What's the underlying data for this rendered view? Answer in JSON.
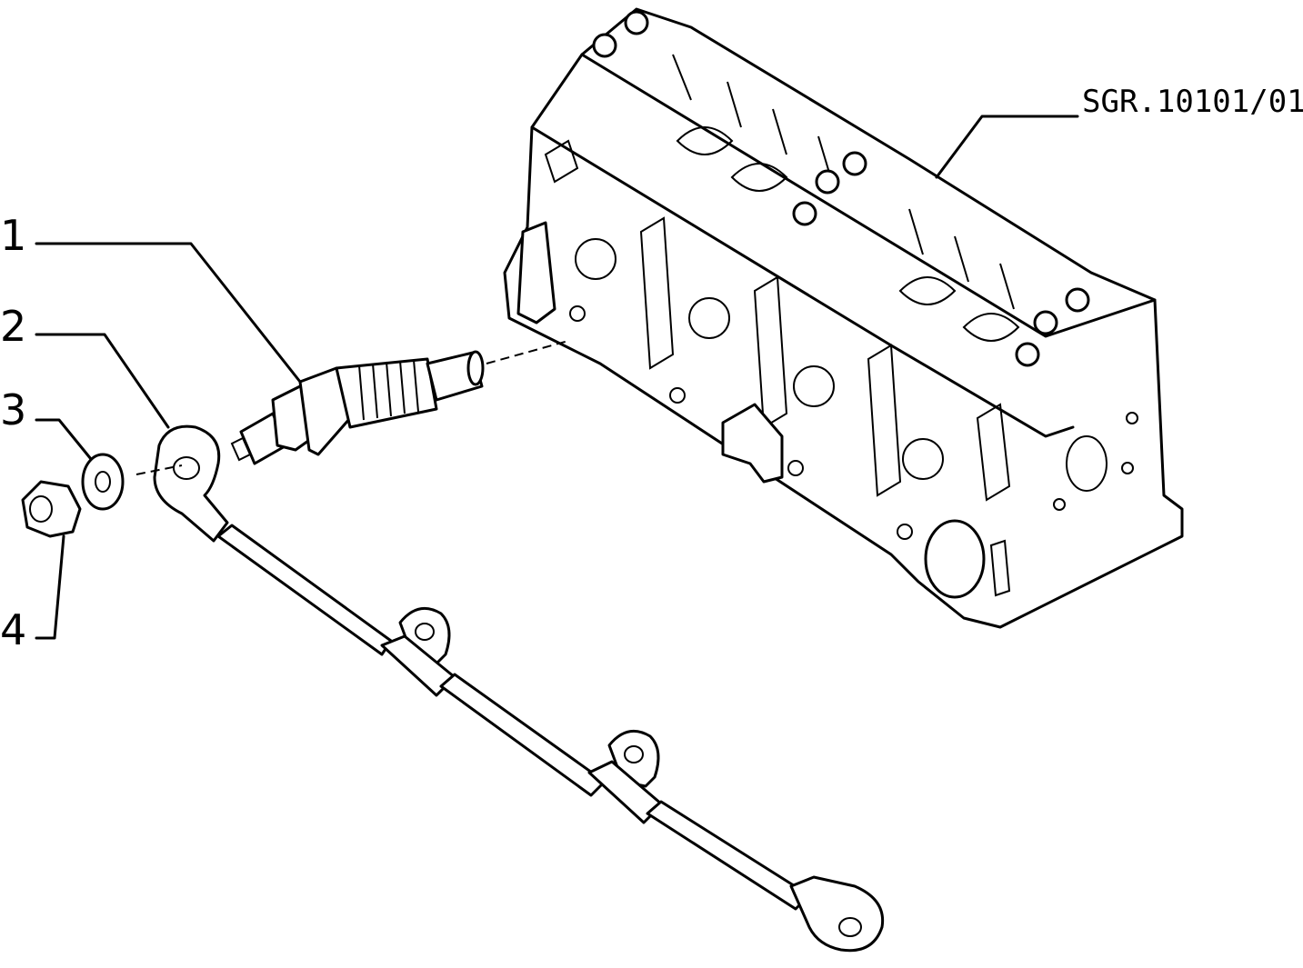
{
  "drawing": {
    "reference_code": "SGR.10101/01",
    "callouts": [
      {
        "number": "1"
      },
      {
        "number": "2"
      },
      {
        "number": "3"
      },
      {
        "number": "4"
      }
    ]
  }
}
